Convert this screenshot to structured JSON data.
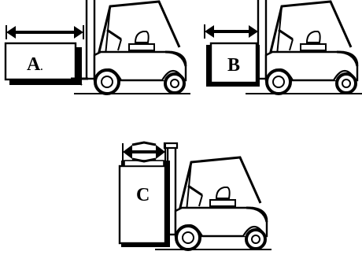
{
  "panels": [
    {
      "id": "a",
      "label": "A",
      "suffix": "."
    },
    {
      "id": "b",
      "label": "B",
      "suffix": ""
    },
    {
      "id": "c",
      "label": "C",
      "suffix": ""
    }
  ],
  "colors": {
    "ink": "#000000",
    "paper": "#ffffff"
  },
  "icons": [
    "forklift-icon",
    "width-arrow-icon"
  ]
}
